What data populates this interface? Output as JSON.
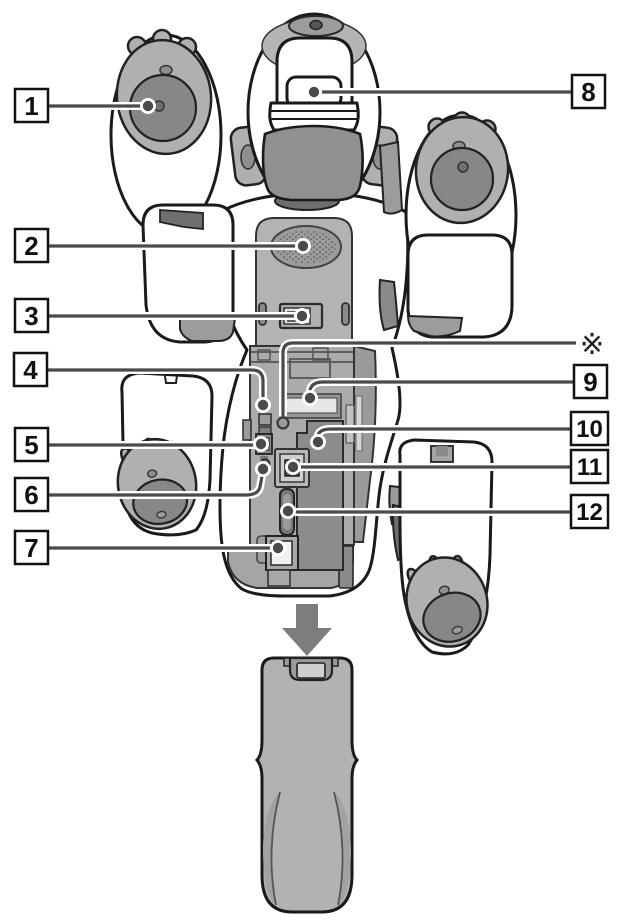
{
  "diagram": {
    "type": "labeled-illustration",
    "subject": "Robot rear/underside parts diagram with numbered callouts and detachable battery pack below",
    "callouts": [
      {
        "label": "1"
      },
      {
        "label": "2"
      },
      {
        "label": "3"
      },
      {
        "label": "4"
      },
      {
        "label": "5"
      },
      {
        "label": "6"
      },
      {
        "label": "7"
      },
      {
        "label": "8"
      },
      {
        "label": "9"
      },
      {
        "label": "10"
      },
      {
        "label": "11"
      },
      {
        "label": "12"
      },
      {
        "label": "※"
      }
    ],
    "arrow": {
      "direction": "down"
    },
    "colors": {
      "outline": "#1a1a1a",
      "body_white": "#ffffff",
      "gray_light": "#b0b0b0",
      "gray_mid": "#9c9c9c",
      "gray_panel": "#ababab",
      "gray_dark": "#878787",
      "gray_darker": "#6e6e6e",
      "leader_line": "#4a4a4a",
      "label_text": "#111111",
      "arrow_fill": "#7d7d7d",
      "battery_fill": "#b2b2b2",
      "background": "#ffffff"
    }
  }
}
